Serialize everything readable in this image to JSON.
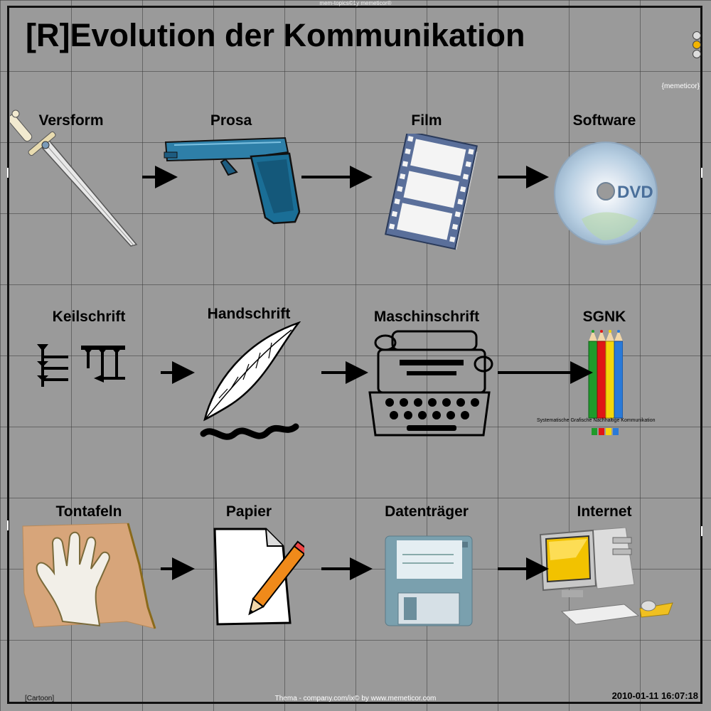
{
  "header": {
    "top_note": "mem-topics©1y memeticor®",
    "title": "[R]Evolution der Kommunikation",
    "brand": "{memeticor}"
  },
  "footer": {
    "left": "[Cartoon]",
    "center": "Thema - company.com/ix© by www.memeticor.com",
    "timestamp": "2010-01-11 16:07:18"
  },
  "rows": [
    {
      "items": [
        {
          "label": "Versform",
          "icon": "sword-icon"
        },
        {
          "label": "Prosa",
          "icon": "pistol-icon"
        },
        {
          "label": "Film",
          "icon": "film-strip-icon"
        },
        {
          "label": "Software",
          "icon": "dvd-icon",
          "icon_text": "DVD"
        }
      ]
    },
    {
      "items": [
        {
          "label": "Keilschrift",
          "icon": "cuneiform-icon"
        },
        {
          "label": "Handschrift",
          "icon": "quill-icon"
        },
        {
          "label": "Maschinschrift",
          "icon": "typewriter-icon"
        },
        {
          "label": "SGNK",
          "icon": "color-pencils-icon",
          "caption": "Systematische Grafische Nachhaltige Kommunikation"
        }
      ]
    },
    {
      "items": [
        {
          "label": "Tontafeln",
          "icon": "clay-tablet-icon"
        },
        {
          "label": "Papier",
          "icon": "paper-pencil-icon"
        },
        {
          "label": "Datenträger",
          "icon": "floppy-disk-icon"
        },
        {
          "label": "Internet",
          "icon": "computer-icon"
        }
      ]
    }
  ],
  "colors": {
    "background": "#9a9a9a",
    "grid": "#3c3c3c",
    "text": "#000000"
  }
}
